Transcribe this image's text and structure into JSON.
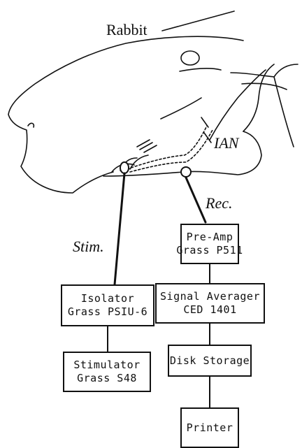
{
  "labels": {
    "rabbit": "Rabbit",
    "ian": "IAN",
    "rec": "Rec.",
    "stim": "Stim."
  },
  "boxes": {
    "preamp": {
      "line1": "Pre-Amp",
      "line2": "Grass P511"
    },
    "isolator": {
      "line1": "Isolator",
      "line2": "Grass PSIU-6"
    },
    "signal_averager": {
      "line1": "Signal Averager",
      "line2": "CED 1401"
    },
    "stimulator": {
      "line1": "Stimulator",
      "line2": "Grass S48"
    },
    "disk_storage": {
      "line1": "Disk Storage"
    },
    "printer": {
      "line1": "Printer"
    }
  },
  "colors": {
    "ink": "#111111",
    "background": "#ffffff"
  }
}
